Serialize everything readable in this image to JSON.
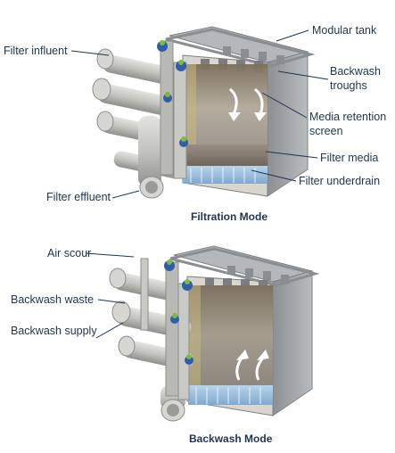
{
  "filtration": {
    "caption": "Filtration Mode",
    "labels": {
      "filter_influent": "Filter influent",
      "modular_tank": "Modular tank",
      "backwash_troughs_1": "Backwash",
      "backwash_troughs_2": "troughs",
      "media_retention_1": "Media retention",
      "media_retention_2": "screen",
      "filter_media": "Filter media",
      "filter_underdrain": "Filter underdrain",
      "filter_effluent": "Filter effluent"
    }
  },
  "backwash": {
    "caption": "Backwash Mode",
    "labels": {
      "air_scour": "Air scour",
      "backwash_waste": "Backwash waste",
      "backwash_supply": "Backwash supply"
    }
  },
  "colors": {
    "label_text": "#1f3550",
    "leader_line": "#1f3550",
    "steel": "#a9adaf",
    "pipe": "#c4c4c2",
    "media": "#8a7f72",
    "underdrain": "#9cc1de",
    "valve_actuator": "#2f5da8",
    "valve_cap": "#7dbb3b"
  }
}
